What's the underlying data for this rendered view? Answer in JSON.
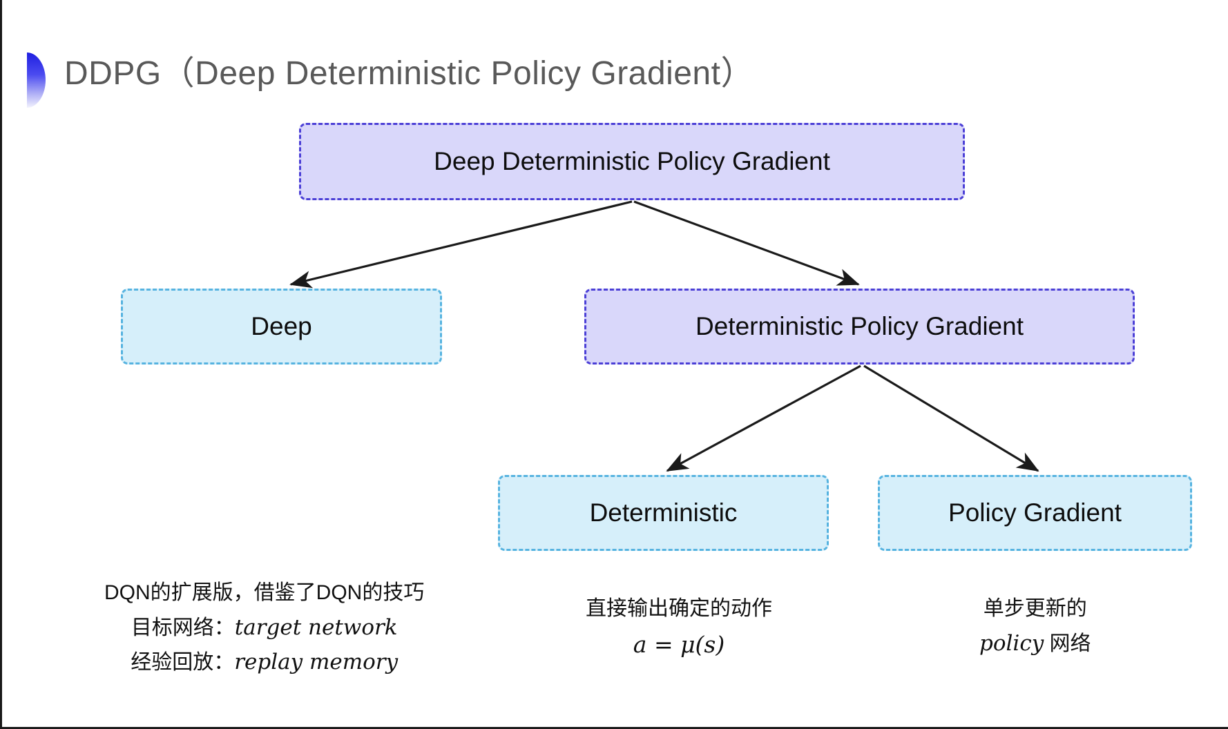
{
  "slide": {
    "title": "DDPG（Deep Deterministic Policy Gradient）",
    "background_color": "#ffffff",
    "title_color": "#595959",
    "marker_icon": "gradient-half-circle-bullet"
  },
  "diagram": {
    "type": "tree",
    "nodes": [
      {
        "id": "root",
        "label": "Deep Deterministic Policy Gradient",
        "style": "purple",
        "fill": "#d9d7fa",
        "border": "#4b3fd6"
      },
      {
        "id": "deep",
        "label": "Deep",
        "style": "blue",
        "fill": "#d6effa",
        "border": "#56b3e0"
      },
      {
        "id": "dpg",
        "label": "Deterministic Policy Gradient",
        "style": "purple",
        "fill": "#d9d7fa",
        "border": "#4b3fd6"
      },
      {
        "id": "deterministic",
        "label": "Deterministic",
        "style": "blue",
        "fill": "#d6effa",
        "border": "#56b3e0"
      },
      {
        "id": "policygrad",
        "label": "Policy Gradient",
        "style": "blue",
        "fill": "#d6effa",
        "border": "#56b3e0"
      }
    ],
    "edges": [
      {
        "from": "root",
        "to": "deep"
      },
      {
        "from": "root",
        "to": "dpg"
      },
      {
        "from": "dpg",
        "to": "deterministic"
      },
      {
        "from": "dpg",
        "to": "policygrad"
      }
    ],
    "edge_color": "#1a1a1a"
  },
  "captions": {
    "deep": {
      "line1": "DQN的扩展版，借鉴了DQN的技巧",
      "line2_label": "目标网络：",
      "line2_term": "target network",
      "line3_label": "经验回放：",
      "line3_term": "replay memory"
    },
    "deterministic": {
      "line1": "直接输出确定的动作",
      "formula": "a = μ(s)"
    },
    "policy_gradient": {
      "line1": "单步更新的",
      "line2_term": "policy",
      "line2_suffix": " 网络"
    }
  }
}
